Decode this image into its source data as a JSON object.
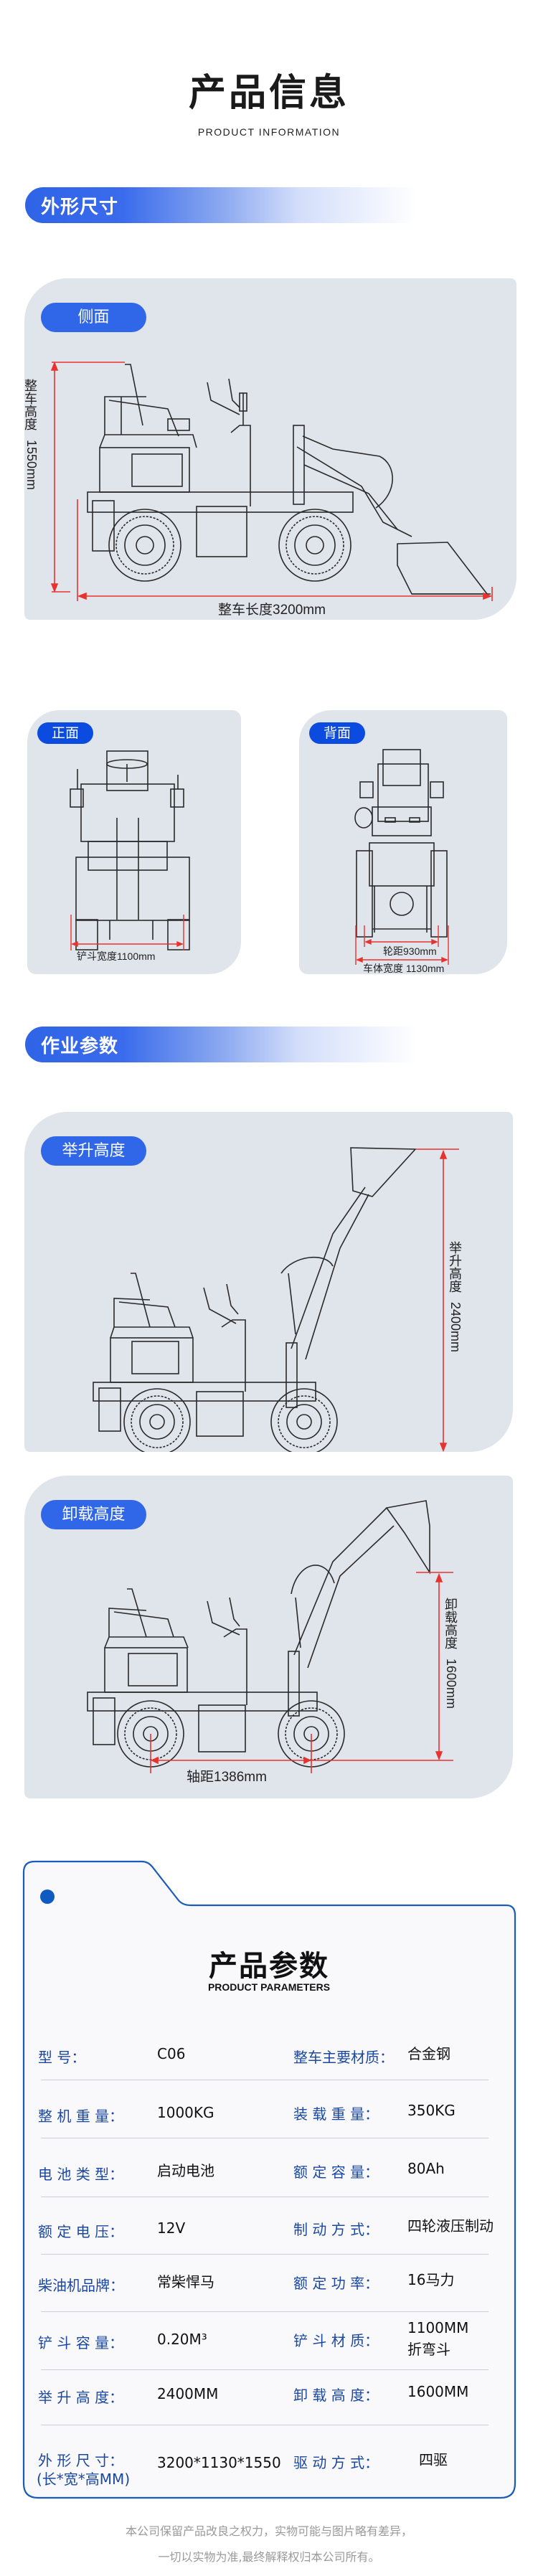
{
  "header": {
    "title": "产品信息",
    "subtitle": "PRODUCT INFORMATION"
  },
  "sections": {
    "dimensions": {
      "title": "外形尺寸"
    },
    "operation": {
      "title": "作业参数"
    }
  },
  "views": {
    "side": {
      "badge": "侧面",
      "height_label": "整车高度",
      "height_value": "1550mm",
      "length_label": "整车长度3200mm"
    },
    "front": {
      "badge": "正面",
      "bucket_width_label": "铲斗宽度1100mm"
    },
    "back": {
      "badge": "背面",
      "track_label": "轮距930mm",
      "body_width_label": "车体宽度 1130mm"
    },
    "lift": {
      "badge": "举升高度",
      "height_label": "举升高度",
      "height_value": "2400mm"
    },
    "unload": {
      "badge": "卸载高度",
      "height_label": "卸载高度",
      "height_value": "1600mm",
      "wheelbase_label": "轴距1386mm"
    }
  },
  "params": {
    "title": "产品参数",
    "subtitle": "PRODUCT PARAMETERS",
    "rows": [
      {
        "left_label": "型            号：",
        "left_value": "C06",
        "right_label": "整车主要材质：",
        "right_value": "合金钢"
      },
      {
        "left_label": "整 机 重 量：",
        "left_value": "1000KG",
        "right_label": "装 载 重 量：",
        "right_value": "350KG"
      },
      {
        "left_label": "电 池 类 型：",
        "left_value": "启动电池",
        "right_label": "额 定 容 量：",
        "right_value": "80Ah"
      },
      {
        "left_label": "额 定 电 压：",
        "left_value": "12V",
        "right_label": "制 动 方 式：",
        "right_value": "四轮液压制动"
      },
      {
        "left_label": "柴油机品牌：",
        "left_value": "常柴悍马",
        "right_label": "额 定 功 率：",
        "right_value": "16马力"
      },
      {
        "left_label": "铲 斗 容 量：",
        "left_value": "0.20M³",
        "right_label": "铲 斗 材 质：",
        "right_value": "1100MM",
        "right_value_2": "折弯斗"
      },
      {
        "left_label": "举 升 高 度：",
        "left_value": "2400MM",
        "right_label": "卸 载 高 度：",
        "right_value": "1600MM"
      },
      {
        "left_label": "外 形 尺 寸：",
        "left_label_2": "(长*宽*高MM)",
        "left_value": "3200*1130*1550",
        "right_label": "驱 动 方 式：",
        "right_value": "四驱"
      }
    ]
  },
  "footer": {
    "line1": "本公司保留产品改良之权力，实物可能与图片略有差异，",
    "line2": "一切以实物为准,最终解释权归本公司所有。"
  },
  "colors": {
    "accent_blue": "#3066e8",
    "badge_blue_dark": "#0b4be0",
    "panel_gray": "#e0e4eb",
    "dimension_red": "#e8322e",
    "card_border": "#1a5cba",
    "label_blue": "#1b48a0"
  }
}
